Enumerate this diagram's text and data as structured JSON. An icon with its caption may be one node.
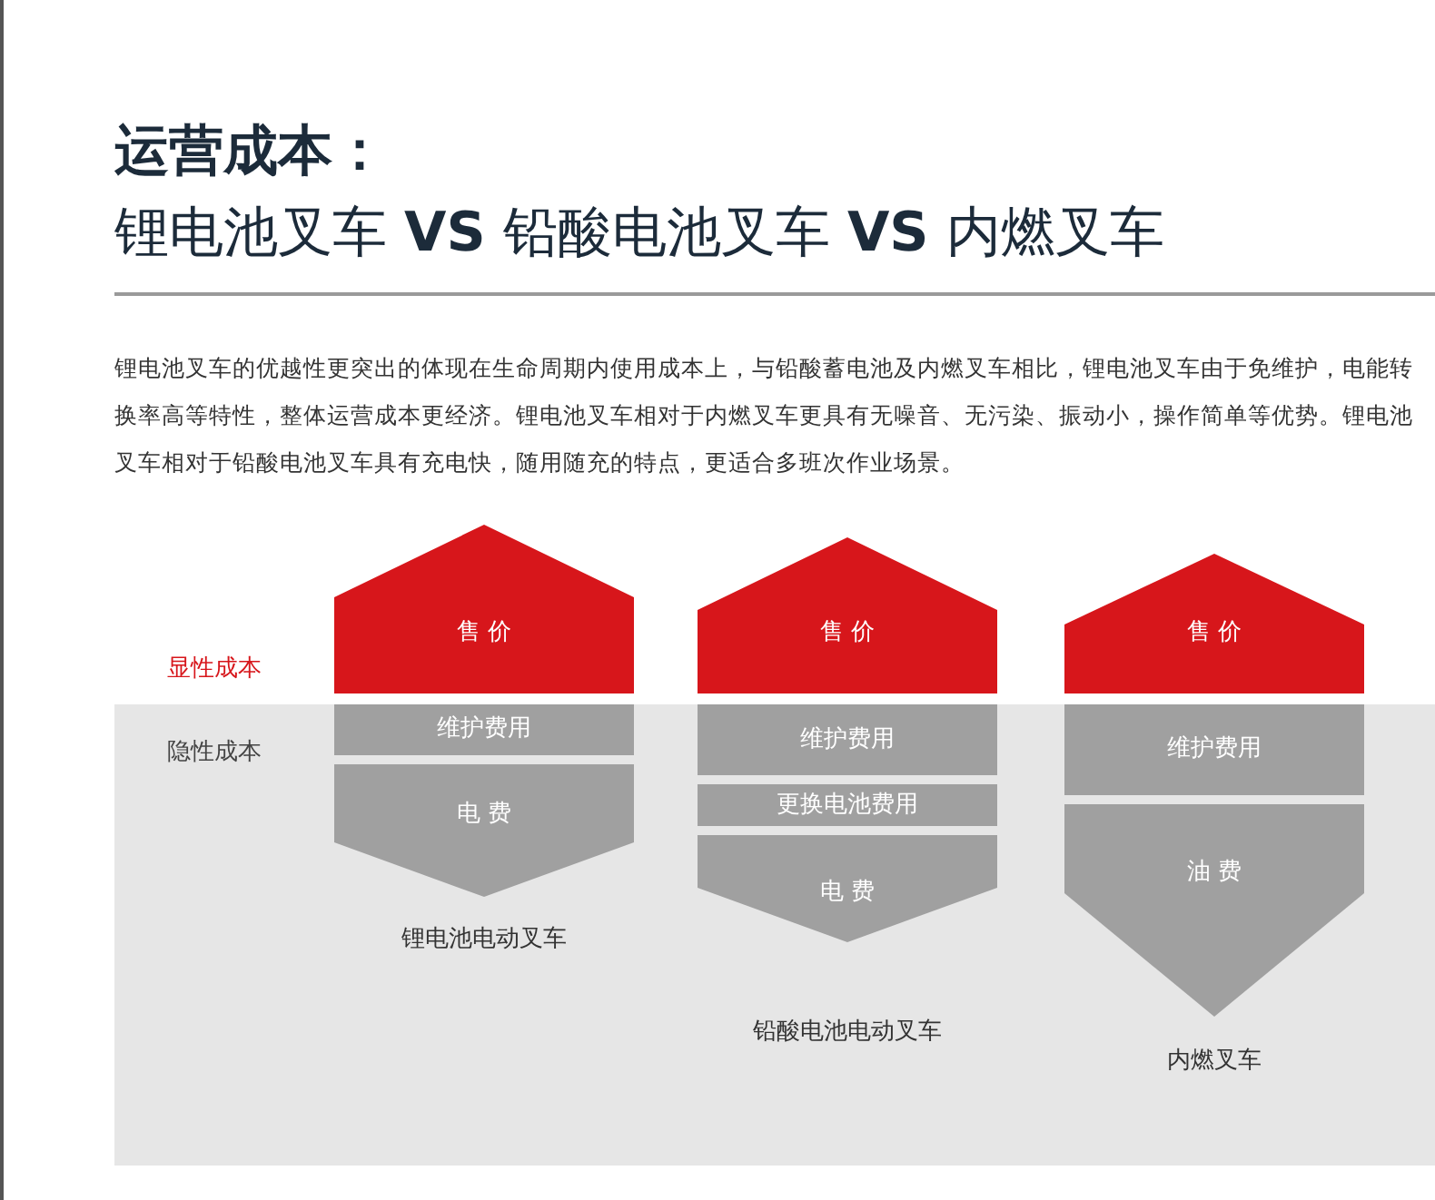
{
  "diagram": {
    "title": "运营成本：",
    "nodes": [
      {
        "text": [
          "售 价"
        ]
      },
      {
        "text": [
          "维护费用"
        ]
      },
      {
        "text": [
          "电 费"
        ]
      },
      {
        "text": [
          "售 价"
        ]
      },
      {
        "text": [
          "维护费用"
        ]
      },
      {
        "text": [
          "更换电池费用"
        ]
      },
      {
        "text": [
          "电 费"
        ]
      },
      {
        "text": [
          "售 价"
        ]
      },
      {
        "text": [
          "维护费用"
        ]
      },
      {
        "text": [
          "油 费"
        ]
      }
    ],
    "labels": [
      "锂电池叉车 **VS** 铅酸电池叉车 **VS** 内燃叉车",
      "锂电池叉车的优越性更突出的体现在生命周期内使用成本上，与铅酸蓄电池及内燃叉车相比，锂电池叉车由于免维护，电能转换率高等特性，整体运营成本更经济。锂电池叉车相对于内燃叉车更具有无噪音、无污染、振动小，操作简单等优势。锂电池叉车相对于铅酸电池叉车具有充电快，随用随充的特点，更适合多班次作业场景。",
      "显性成本",
      "隐性成本",
      "锂电池电动叉车",
      "铅酸电池电动叉车",
      "内燃叉车"
    ]
  }
}
